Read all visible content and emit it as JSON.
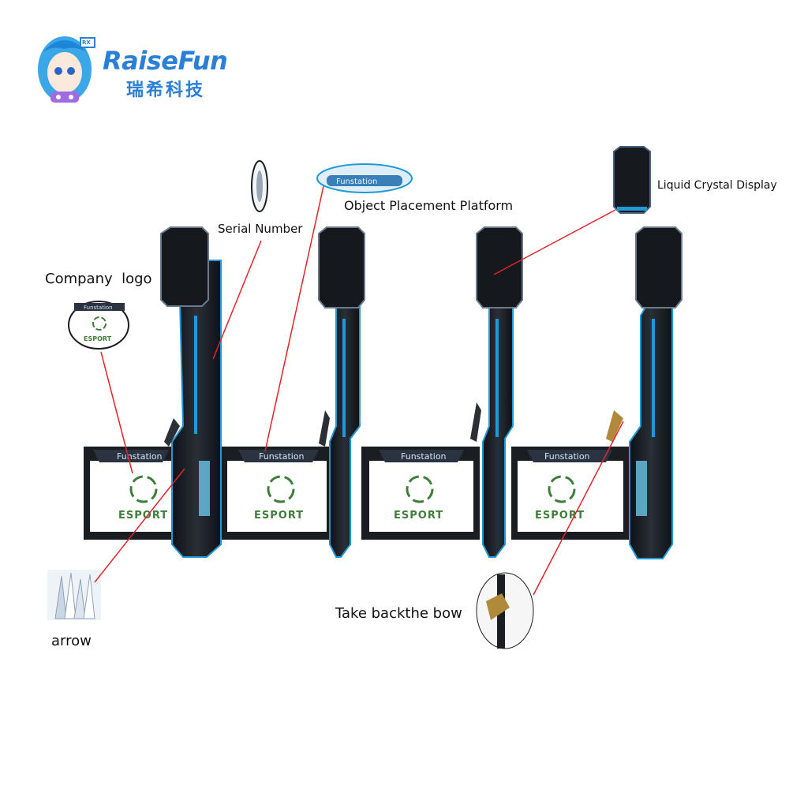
{
  "brand": {
    "name_en": "RaiseFun",
    "name_cn": "瑞希科技",
    "badge": "RX"
  },
  "callouts": {
    "serial_number": "Serial Number",
    "object_platform": "Object Placement Platform",
    "lcd": "Liquid Crystal Display",
    "company_logo": "Company  logo",
    "arrow": "arrow",
    "take_back_bow": "Take backthe bow"
  },
  "machine": {
    "panel_brand": "Funstation",
    "panel_label": "ESPORT",
    "station_count": 4
  },
  "colors": {
    "accent_blue": "#1f9ad6",
    "callout_line": "#e0242a",
    "logo_green": "#3f7d3a",
    "dark_body": "#1a1d22"
  }
}
